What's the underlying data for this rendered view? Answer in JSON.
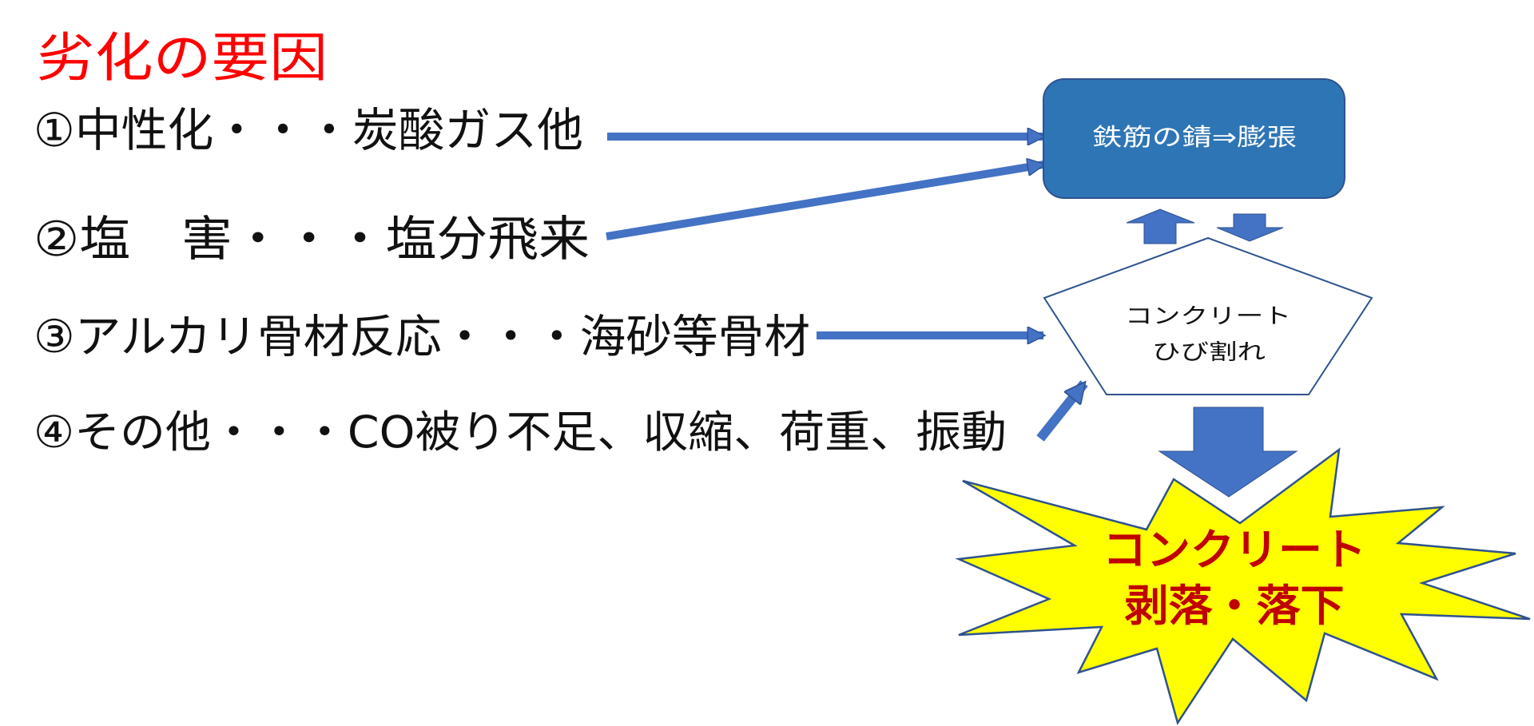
{
  "title": "劣化の要因",
  "causes": [
    "①中性化・・・炭酸ガス他",
    "②塩　害・・・塩分飛来",
    "③アルカリ骨材反応・・・海砂等骨材",
    "④その他・・・CO被り不足、収縮、荷重、振動"
  ],
  "rebar_box": "鉄筋の錆⇒膨張",
  "crack_box": [
    "コンクリート",
    "ひび割れ"
  ],
  "result": [
    "コンクリート",
    "剥落・落下"
  ],
  "colors": {
    "title": "#FF0000",
    "arrow": "#4472C4",
    "arrow_stroke": "#2F528F",
    "rebar_fill": "#2E75B6",
    "burst_fill": "#FFFF00",
    "result_text": "#C00000"
  }
}
